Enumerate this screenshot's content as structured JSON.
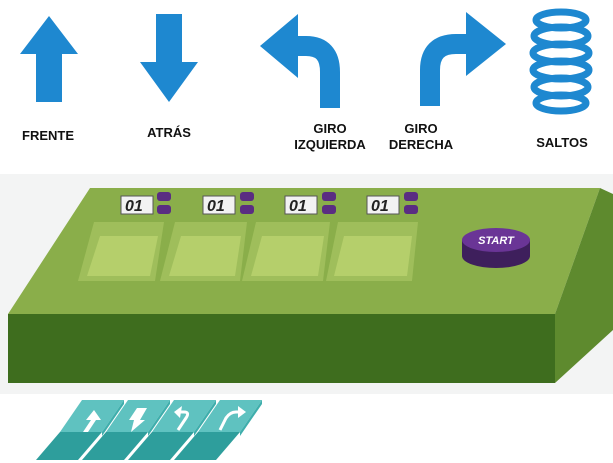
{
  "commands": [
    {
      "id": "forward",
      "label": "FRENTE",
      "icon": "arrow-up-icon"
    },
    {
      "id": "back",
      "label": "ATRÁS",
      "icon": "arrow-down-icon"
    },
    {
      "id": "left",
      "label": "GIRO\nIZQUIERDA",
      "icon": "turn-left-arrow-icon"
    },
    {
      "id": "right",
      "label": "GIRO\nDERECHA",
      "icon": "turn-right-arrow-icon"
    },
    {
      "id": "jumps",
      "label": "SALTOS",
      "icon": "spring-icon"
    }
  ],
  "board": {
    "slots": [
      {
        "counter": "01"
      },
      {
        "counter": "01"
      },
      {
        "counter": "01"
      },
      {
        "counter": "01"
      }
    ],
    "start_label": "START"
  },
  "tiles": [
    {
      "icon": "arrow-up-icon"
    },
    {
      "icon": "arrow-down-icon"
    },
    {
      "icon": "turn-left-arrow-icon"
    },
    {
      "icon": "turn-right-arrow-icon"
    }
  ],
  "colors": {
    "icon_blue": "#1e88d0",
    "board_top": "#8aae4a",
    "board_front": "#3e6d1e",
    "slot": "#b5cf6b",
    "button": "#5a2d82",
    "tile": "#5fc2c0"
  }
}
